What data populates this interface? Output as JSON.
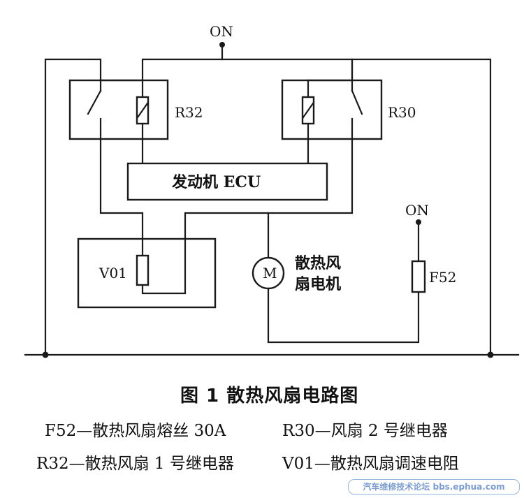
{
  "diagram": {
    "on_top": "ON",
    "on_right": "ON",
    "r32": "R32",
    "r30": "R30",
    "ecu": "发动机 ECU",
    "v01": "V01",
    "motor_symbol": "M",
    "motor_line1": "散热风",
    "motor_line2": "扇电机",
    "f52": "F52"
  },
  "caption": {
    "title": "图 1   散热风扇电路图",
    "legend": [
      "F52—散热风扇熔丝 30A",
      "R30—风扇 2 号继电器",
      "R32—散热风扇 1 号继电器",
      "V01—散热风扇调速电阻"
    ]
  },
  "watermark": "汽车维修技术论坛 bbs.ephua.com"
}
